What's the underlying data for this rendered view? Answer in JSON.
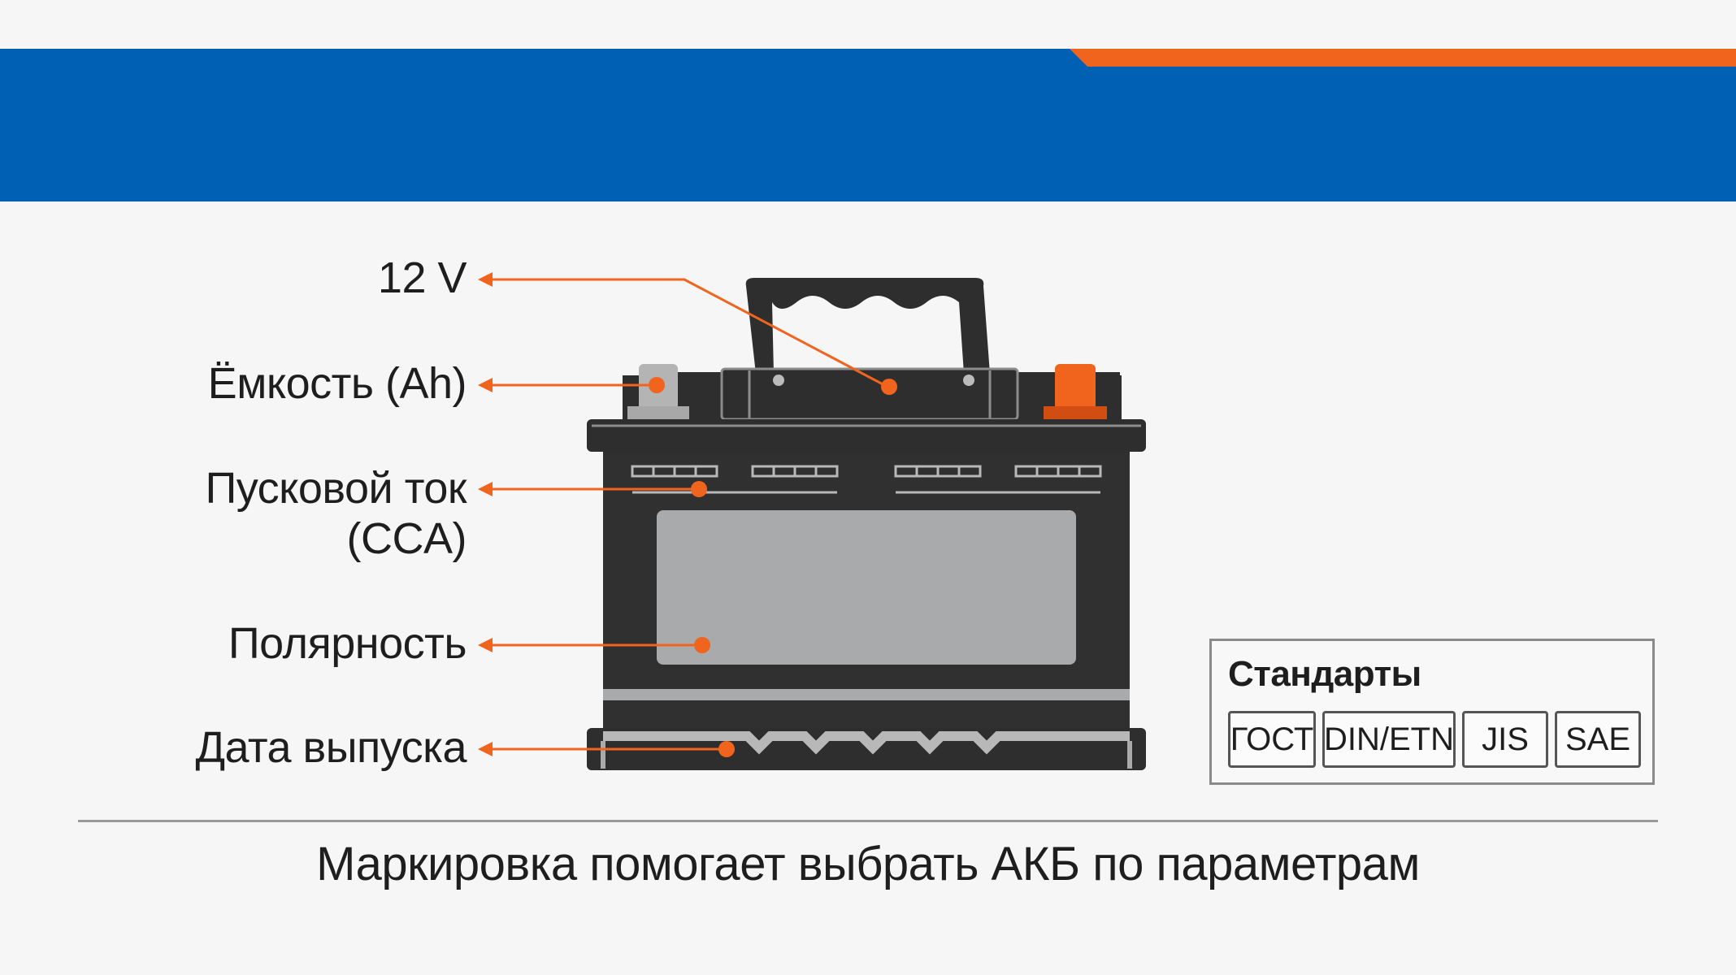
{
  "colors": {
    "banner_blue": "#0060b4",
    "accent_orange": "#f0641e",
    "battery_body": "#303030",
    "label_gray": "#a8aaac"
  },
  "callouts": [
    {
      "id": "voltage",
      "label": "12 V"
    },
    {
      "id": "capacity",
      "label": "Ёмкость (Ah)"
    },
    {
      "id": "cca",
      "label": "Пусковой ток\n(CCA)"
    },
    {
      "id": "polarity",
      "label": "Полярность"
    },
    {
      "id": "date",
      "label": "Дата выпуска"
    }
  ],
  "standards": {
    "title": "Стандарты",
    "items": [
      "ГОСТ",
      "DIN/ETN",
      "JIS",
      "SAE"
    ]
  },
  "caption": "Маркировка помогает выбрать АКБ по параметрам"
}
